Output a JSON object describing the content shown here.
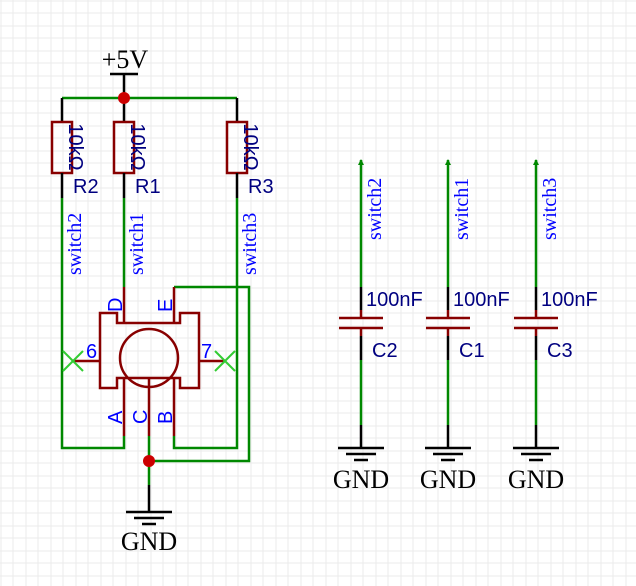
{
  "schematic": {
    "power": {
      "label": "+5V"
    },
    "resistors": [
      {
        "ref": "R2",
        "value": "10kΩ"
      },
      {
        "ref": "R1",
        "value": "10kΩ"
      },
      {
        "ref": "R3",
        "value": "10kΩ"
      }
    ],
    "nets": {
      "left": [
        "switch2",
        "switch1",
        "switch3"
      ],
      "right": [
        "switch2",
        "switch1",
        "switch3"
      ]
    },
    "switch": {
      "pins": {
        "A": "A",
        "B": "B",
        "C": "C",
        "D": "D",
        "E": "E",
        "p6": "6",
        "p7": "7"
      }
    },
    "capacitors": [
      {
        "ref": "C2",
        "value": "100nF"
      },
      {
        "ref": "C1",
        "value": "100nF"
      },
      {
        "ref": "C3",
        "value": "100nF"
      }
    ],
    "ground_label": "GND",
    "colors": {
      "wire": "#008800",
      "part": "#880000",
      "junction": "#cc0000",
      "net_label": "#0000ff",
      "part_label": "#000080",
      "no_connect": "#33cc33"
    }
  }
}
